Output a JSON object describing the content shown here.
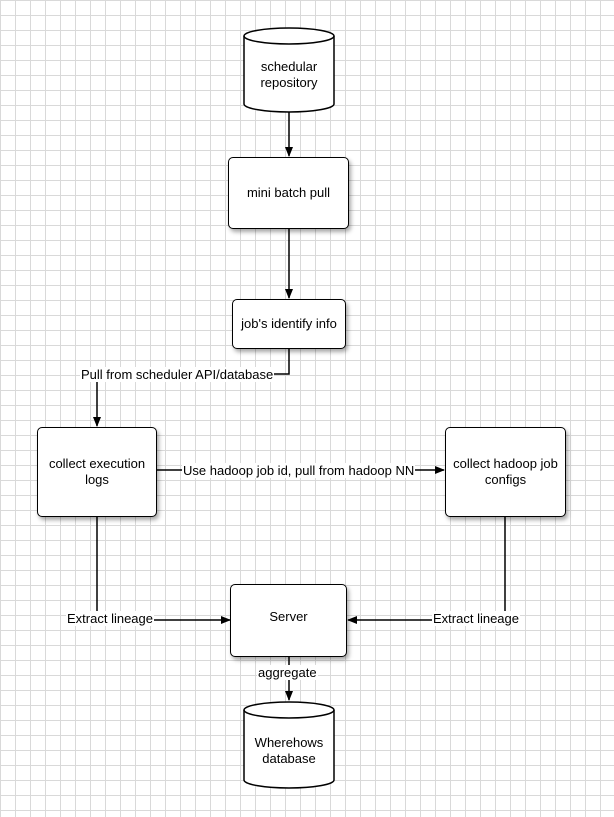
{
  "nodes": {
    "scheduler_repo": {
      "label_line1": "schedular",
      "label_line2": "repository"
    },
    "mini_batch": {
      "label": "mini batch pull"
    },
    "job_identify": {
      "label": "job's identify info"
    },
    "collect_exec": {
      "label_line1": "collect execution",
      "label_line2": "logs"
    },
    "collect_hadoop": {
      "label_line1": "collect hadoop job",
      "label_line2": "configs"
    },
    "server": {
      "label": "Server"
    },
    "wherehows_db": {
      "label_line1": "Wherehows",
      "label_line2": "database"
    }
  },
  "edges": {
    "pull_from_scheduler": "Pull from scheduler API/database",
    "use_hadoop_job_id": "Use hadoop job id, pull from hadoop NN",
    "extract_lineage_left": "Extract lineage",
    "extract_lineage_right": "Extract lineage",
    "aggregate": "aggregate"
  },
  "colors": {
    "stroke": "#000000",
    "grid": "#d9d9d9",
    "background": "#ffffff"
  }
}
